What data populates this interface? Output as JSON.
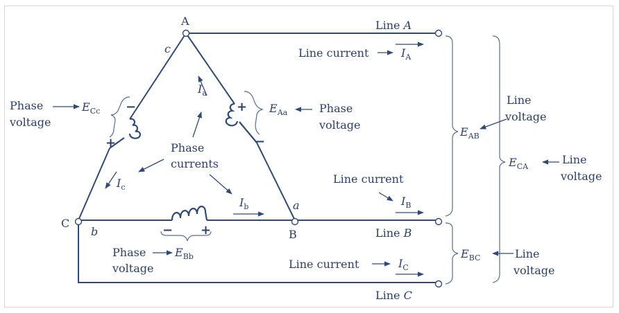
{
  "nodes": {
    "A": "A",
    "B": "B",
    "C": "C",
    "a": "a",
    "b": "b",
    "c": "c"
  },
  "lines": {
    "line_a": "Line A",
    "line_b": "Line B",
    "line_c": "Line C"
  },
  "line_current": {
    "label": "Line current",
    "IA": "A",
    "IB": "B",
    "IC": "C",
    "symbol": "I"
  },
  "phase_currents": {
    "label_1": "Phase",
    "label_2": "currents",
    "Ia": "a",
    "Ib": "b",
    "Ic": "c",
    "symbol": "I"
  },
  "phase_voltage": {
    "label_1": "Phase",
    "label_2": "voltage",
    "ECc": "Cc",
    "EAa": "Aa",
    "EBb": "Bb",
    "symbol": "E"
  },
  "line_voltage": {
    "label_1": "Line",
    "label_2": "voltage",
    "EAB": "AB",
    "ECA": "CA",
    "EBC": "BC",
    "symbol": "E"
  },
  "signs": {
    "plus": "+",
    "minus": "−"
  },
  "colors": {
    "ink": "#2f4a7a",
    "brace": "#5a6e94"
  }
}
